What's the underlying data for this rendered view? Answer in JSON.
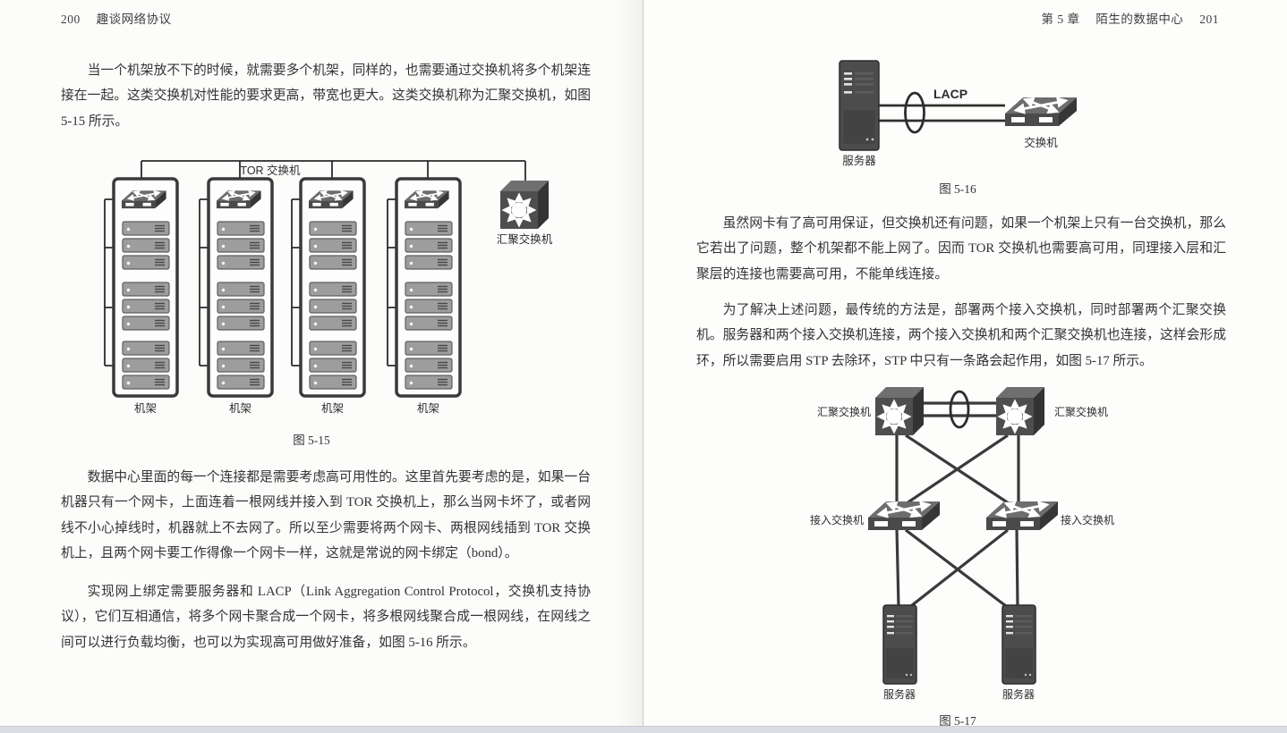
{
  "page_left": {
    "header": {
      "page_number": "200",
      "book_title": "趣谈网络协议"
    },
    "paragraphs": {
      "p1": "当一个机架放不下的时候，就需要多个机架，同样的，也需要通过交换机将多个机架连接在一起。这类交换机对性能的要求更高，带宽也更大。这类交换机称为汇聚交换机，如图 5-15 所示。",
      "p2": "数据中心里面的每一个连接都是需要考虑高可用性的。这里首先要考虑的是，如果一台机器只有一个网卡，上面连着一根网线并接入到 TOR 交换机上，那么当网卡坏了，或者网线不小心掉线时，机器就上不去网了。所以至少需要将两个网卡、两根网线插到 TOR 交换机上，且两个网卡要工作得像一个网卡一样，这就是常说的网卡绑定（bond）。",
      "p3": "实现网上绑定需要服务器和 LACP（Link Aggregation Control Protocol，交换机支持协议），它们互相通信，将多个网卡聚合成一个网卡，将多根网线聚合成一根网线，在网线之间可以进行负载均衡，也可以为实现高可用做好准备，如图 5-16 所示。"
    },
    "figure_5_15": {
      "caption": "图 5-15",
      "tor_switch_label": "TOR 交换机",
      "agg_switch_label": "汇聚交换机",
      "rack_label": "机架"
    }
  },
  "page_right": {
    "header": {
      "chapter": "第 5 章",
      "chapter_title": "陌生的数据中心",
      "page_number": "201"
    },
    "paragraphs": {
      "p1": "虽然网卡有了高可用保证，但交换机还有问题，如果一个机架上只有一台交换机，那么它若出了问题，整个机架都不能上网了。因而 TOR 交换机也需要高可用，同理接入层和汇聚层的连接也需要高可用，不能单线连接。",
      "p2": "为了解决上述问题，最传统的方法是，部署两个接入交换机，同时部署两个汇聚交换机。服务器和两个接入交换机连接，两个接入交换机和两个汇聚交换机也连接，这样会形成环，所以需要启用 STP 去除环，STP 中只有一条路会起作用，如图 5-17 所示。"
    },
    "figure_5_16": {
      "caption": "图 5-16",
      "server_label": "服务器",
      "switch_label": "交换机",
      "lacp_label": "LACP"
    },
    "figure_5_17": {
      "caption": "图 5-17",
      "agg_switch_label": "汇聚交换机",
      "access_switch_label": "接入交换机",
      "server_label": "服务器"
    }
  }
}
